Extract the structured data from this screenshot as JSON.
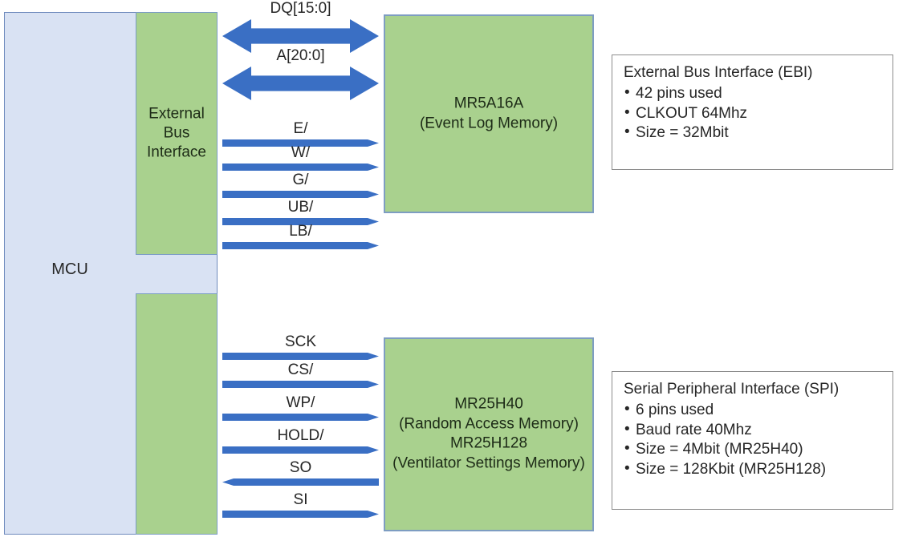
{
  "diagram": {
    "mcu": {
      "label": "MCU",
      "blocks": [
        {
          "id": "ebi",
          "label": "External\nBus\nInterface"
        },
        {
          "id": "spi",
          "label": ""
        }
      ]
    },
    "memories": [
      {
        "id": "event-log",
        "name": "MR5A16A",
        "desc": "(Event Log Memory)"
      },
      {
        "id": "settings",
        "name": "MR25H40",
        "desc": "(Random Access Memory)",
        "name2": "MR25H128",
        "desc2": "(Ventilator Settings Memory)"
      }
    ],
    "buses": {
      "ebi": [
        {
          "label": "DQ[15:0]",
          "direction": "bidirectional",
          "style": "wide"
        },
        {
          "label": "A[20:0]",
          "direction": "bidirectional",
          "style": "wide"
        },
        {
          "label": "E/",
          "direction": "right",
          "style": "thin"
        },
        {
          "label": "W/",
          "direction": "right",
          "style": "thin"
        },
        {
          "label": "G/",
          "direction": "right",
          "style": "thin"
        },
        {
          "label": "UB/",
          "direction": "right",
          "style": "thin"
        },
        {
          "label": "LB/",
          "direction": "right",
          "style": "thin"
        }
      ],
      "spi": [
        {
          "label": "SCK",
          "direction": "right",
          "style": "thin"
        },
        {
          "label": "CS/",
          "direction": "right",
          "style": "thin"
        },
        {
          "label": "WP/",
          "direction": "right",
          "style": "thin"
        },
        {
          "label": "HOLD/",
          "direction": "right",
          "style": "thin"
        },
        {
          "label": "SO",
          "direction": "left",
          "style": "thin"
        },
        {
          "label": "SI",
          "direction": "right",
          "style": "thin"
        }
      ]
    },
    "notes": [
      {
        "id": "ebi-note",
        "title": "External Bus Interface (EBI)",
        "items": [
          "42 pins used",
          "CLKOUT 64Mhz",
          "Size = 32Mbit"
        ]
      },
      {
        "id": "spi-note",
        "title": "Serial Peripheral Interface (SPI)",
        "items": [
          "6 pins used",
          "Baud rate 40Mhz",
          "Size = 4Mbit (MR25H40)",
          "Size = 128Kbit (MR25H128)"
        ]
      }
    ],
    "colors": {
      "mcu_fill": "#d9e2f3",
      "mcu_stroke": "#6f8bbd",
      "block_fill": "#a9d18e",
      "block_stroke": "#7e9dc2",
      "arrow_fill": "#3a6fc4",
      "note_stroke": "#8c8c8c"
    }
  }
}
